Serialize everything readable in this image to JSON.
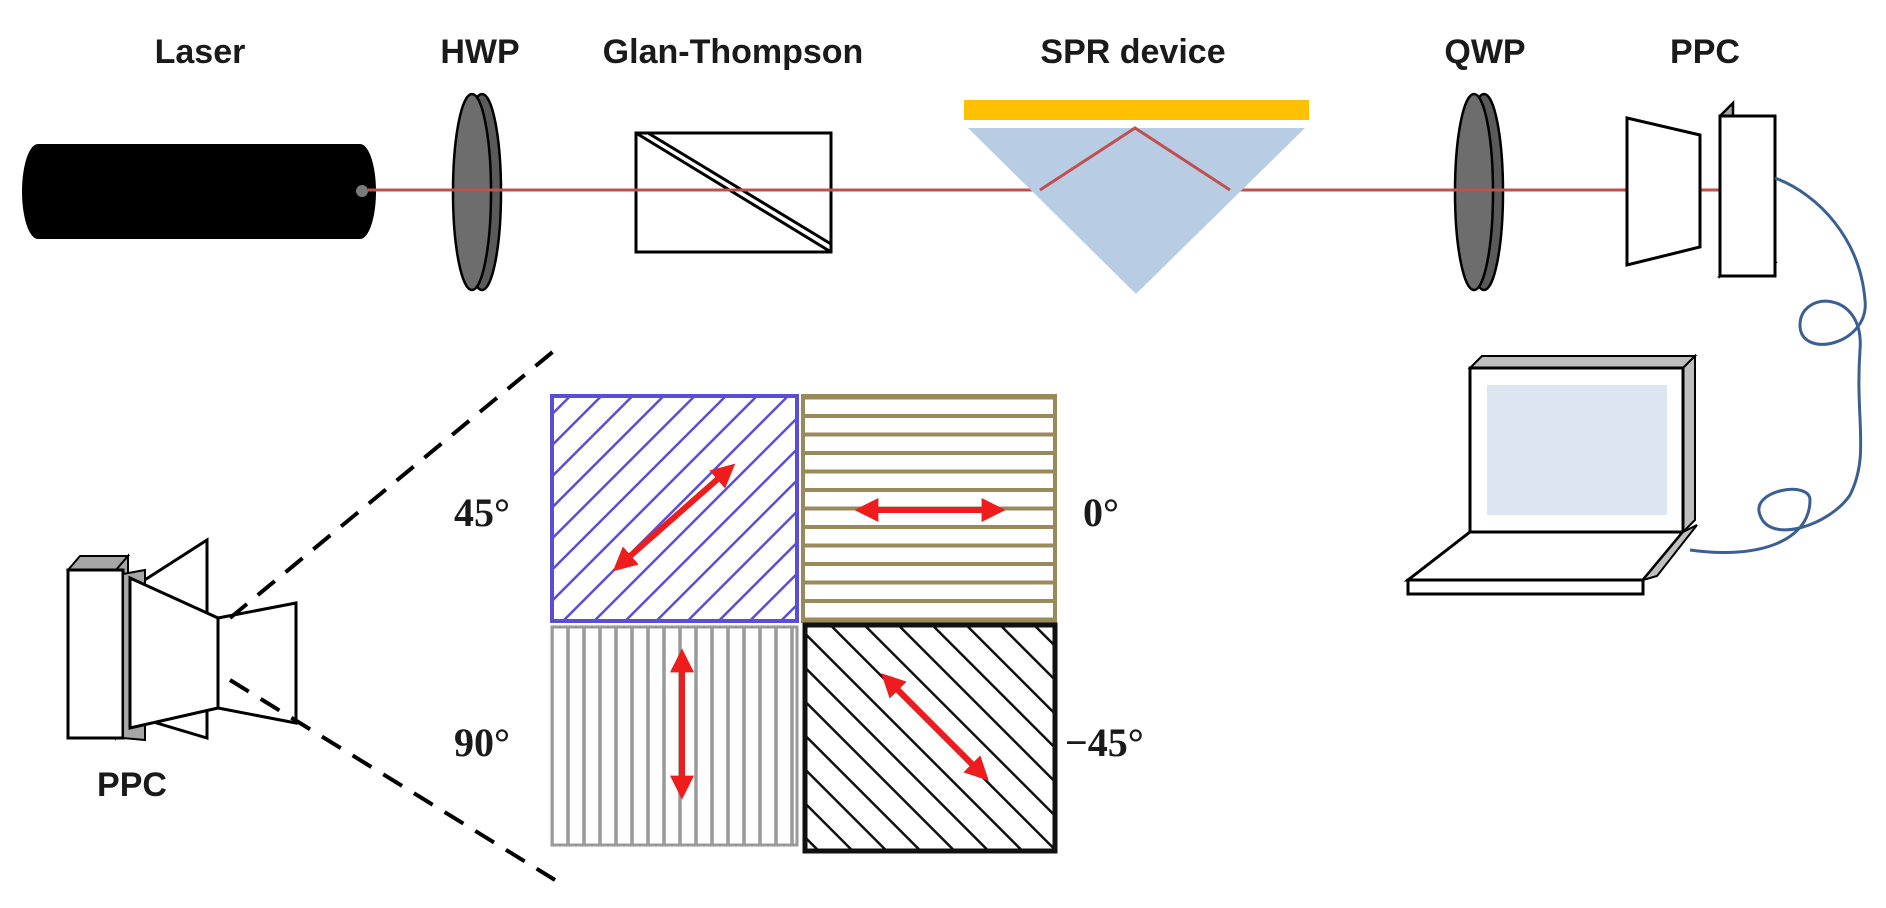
{
  "labels": {
    "laser": "Laser",
    "hwp": "HWP",
    "glan_thompson": "Glan-Thompson",
    "spr_device": "SPR device",
    "qwp": "QWP",
    "ppc_top": "PPC",
    "ppc_bottom": "PPC"
  },
  "polarizer_angles": {
    "top_left": "45°",
    "top_right": "0°",
    "bottom_left": "90°",
    "bottom_right": "−45°"
  },
  "colors": {
    "beam": "#c0504d",
    "gold_film": "#ffc000",
    "prism": "#b8cce4",
    "cable": "#3b5f94",
    "polarizer_45": "#5b4ed6",
    "polarizer_0": "#9a8a5a",
    "polarizer_90": "#999999",
    "polarizer_m45": "#111111",
    "arrow": "#ee1c1c",
    "screen": "#dce6f2"
  }
}
